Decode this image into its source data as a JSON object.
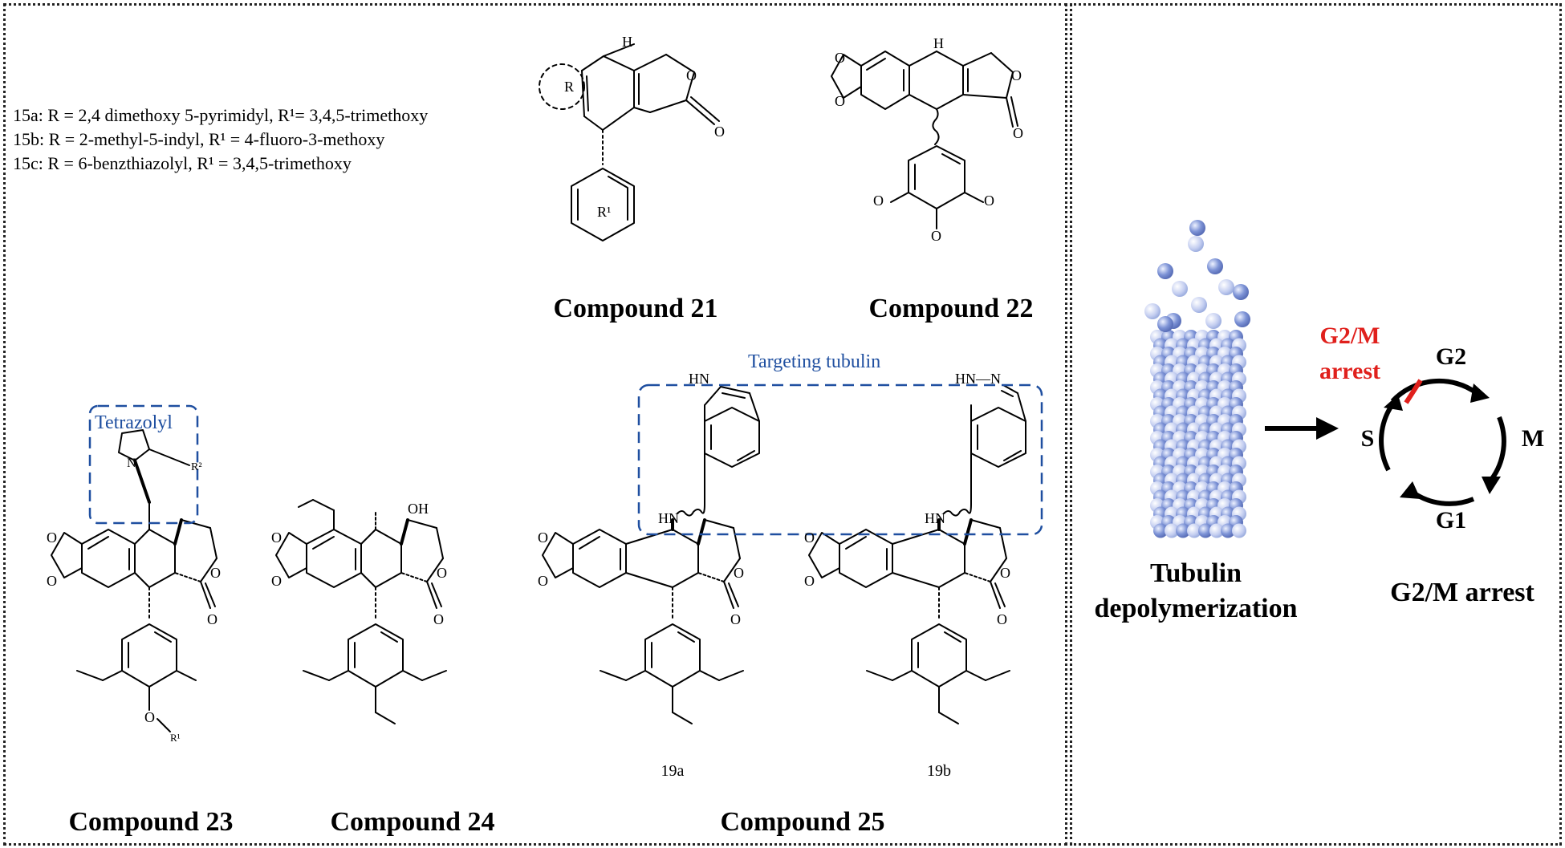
{
  "r_groups": {
    "line_15a": "15a: R = 2,4 dimethoxy 5-pyrimidyl, R¹= 3,4,5-trimethoxy",
    "line_15b": "15b: R = 2-methyl-5-indyl, R¹ = 4-fluoro-3-methoxy",
    "line_15c": "15c: R = 6-benzthiazolyl, R¹ = 3,4,5-trimethoxy"
  },
  "compounds": {
    "c21": "Compound 21",
    "c22": "Compound 22",
    "c23": "Compound 23",
    "c24": "Compound 24",
    "c25": "Compound 25"
  },
  "sub_labels": {
    "a": "19a",
    "b": "19b"
  },
  "annotations": {
    "tetrazolyl": "Tetrazolyl",
    "targeting": "Targeting tubulin"
  },
  "mechanism": {
    "tubulin_line1": "Tubulin",
    "tubulin_line2": "depolymerization",
    "arrest_title": "G2/M arrest",
    "arrest_red_line1": "G2/M",
    "arrest_red_line2": "arrest",
    "phase_g2": "G2",
    "phase_m": "M",
    "phase_g1": "G1",
    "phase_s": "S"
  },
  "atoms": {
    "nh": "NH",
    "hn": "HN",
    "hn_n": "HN—N",
    "n": "N",
    "h": "H",
    "o": "O",
    "oh": "OH",
    "r": "R",
    "r1": "R¹",
    "r2": "R²"
  },
  "colors": {
    "annotation_blue": "#1f4fa0",
    "arrest_red": "#e0201c",
    "tubulin_blue": "#7d93d6"
  }
}
